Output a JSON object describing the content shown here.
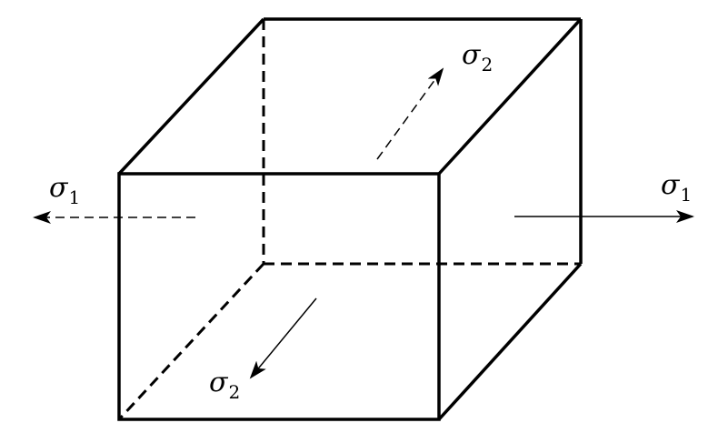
{
  "diagram": {
    "labels": {
      "sigma1_left": {
        "symbol": "σ",
        "subscript": "1"
      },
      "sigma1_right": {
        "symbol": "σ",
        "subscript": "1"
      },
      "sigma2_top": {
        "symbol": "σ",
        "subscript": "2"
      },
      "sigma2_bottom": {
        "symbol": "σ",
        "subscript": "2"
      }
    },
    "colors": {
      "stroke": "#000000",
      "background": "#ffffff"
    }
  }
}
